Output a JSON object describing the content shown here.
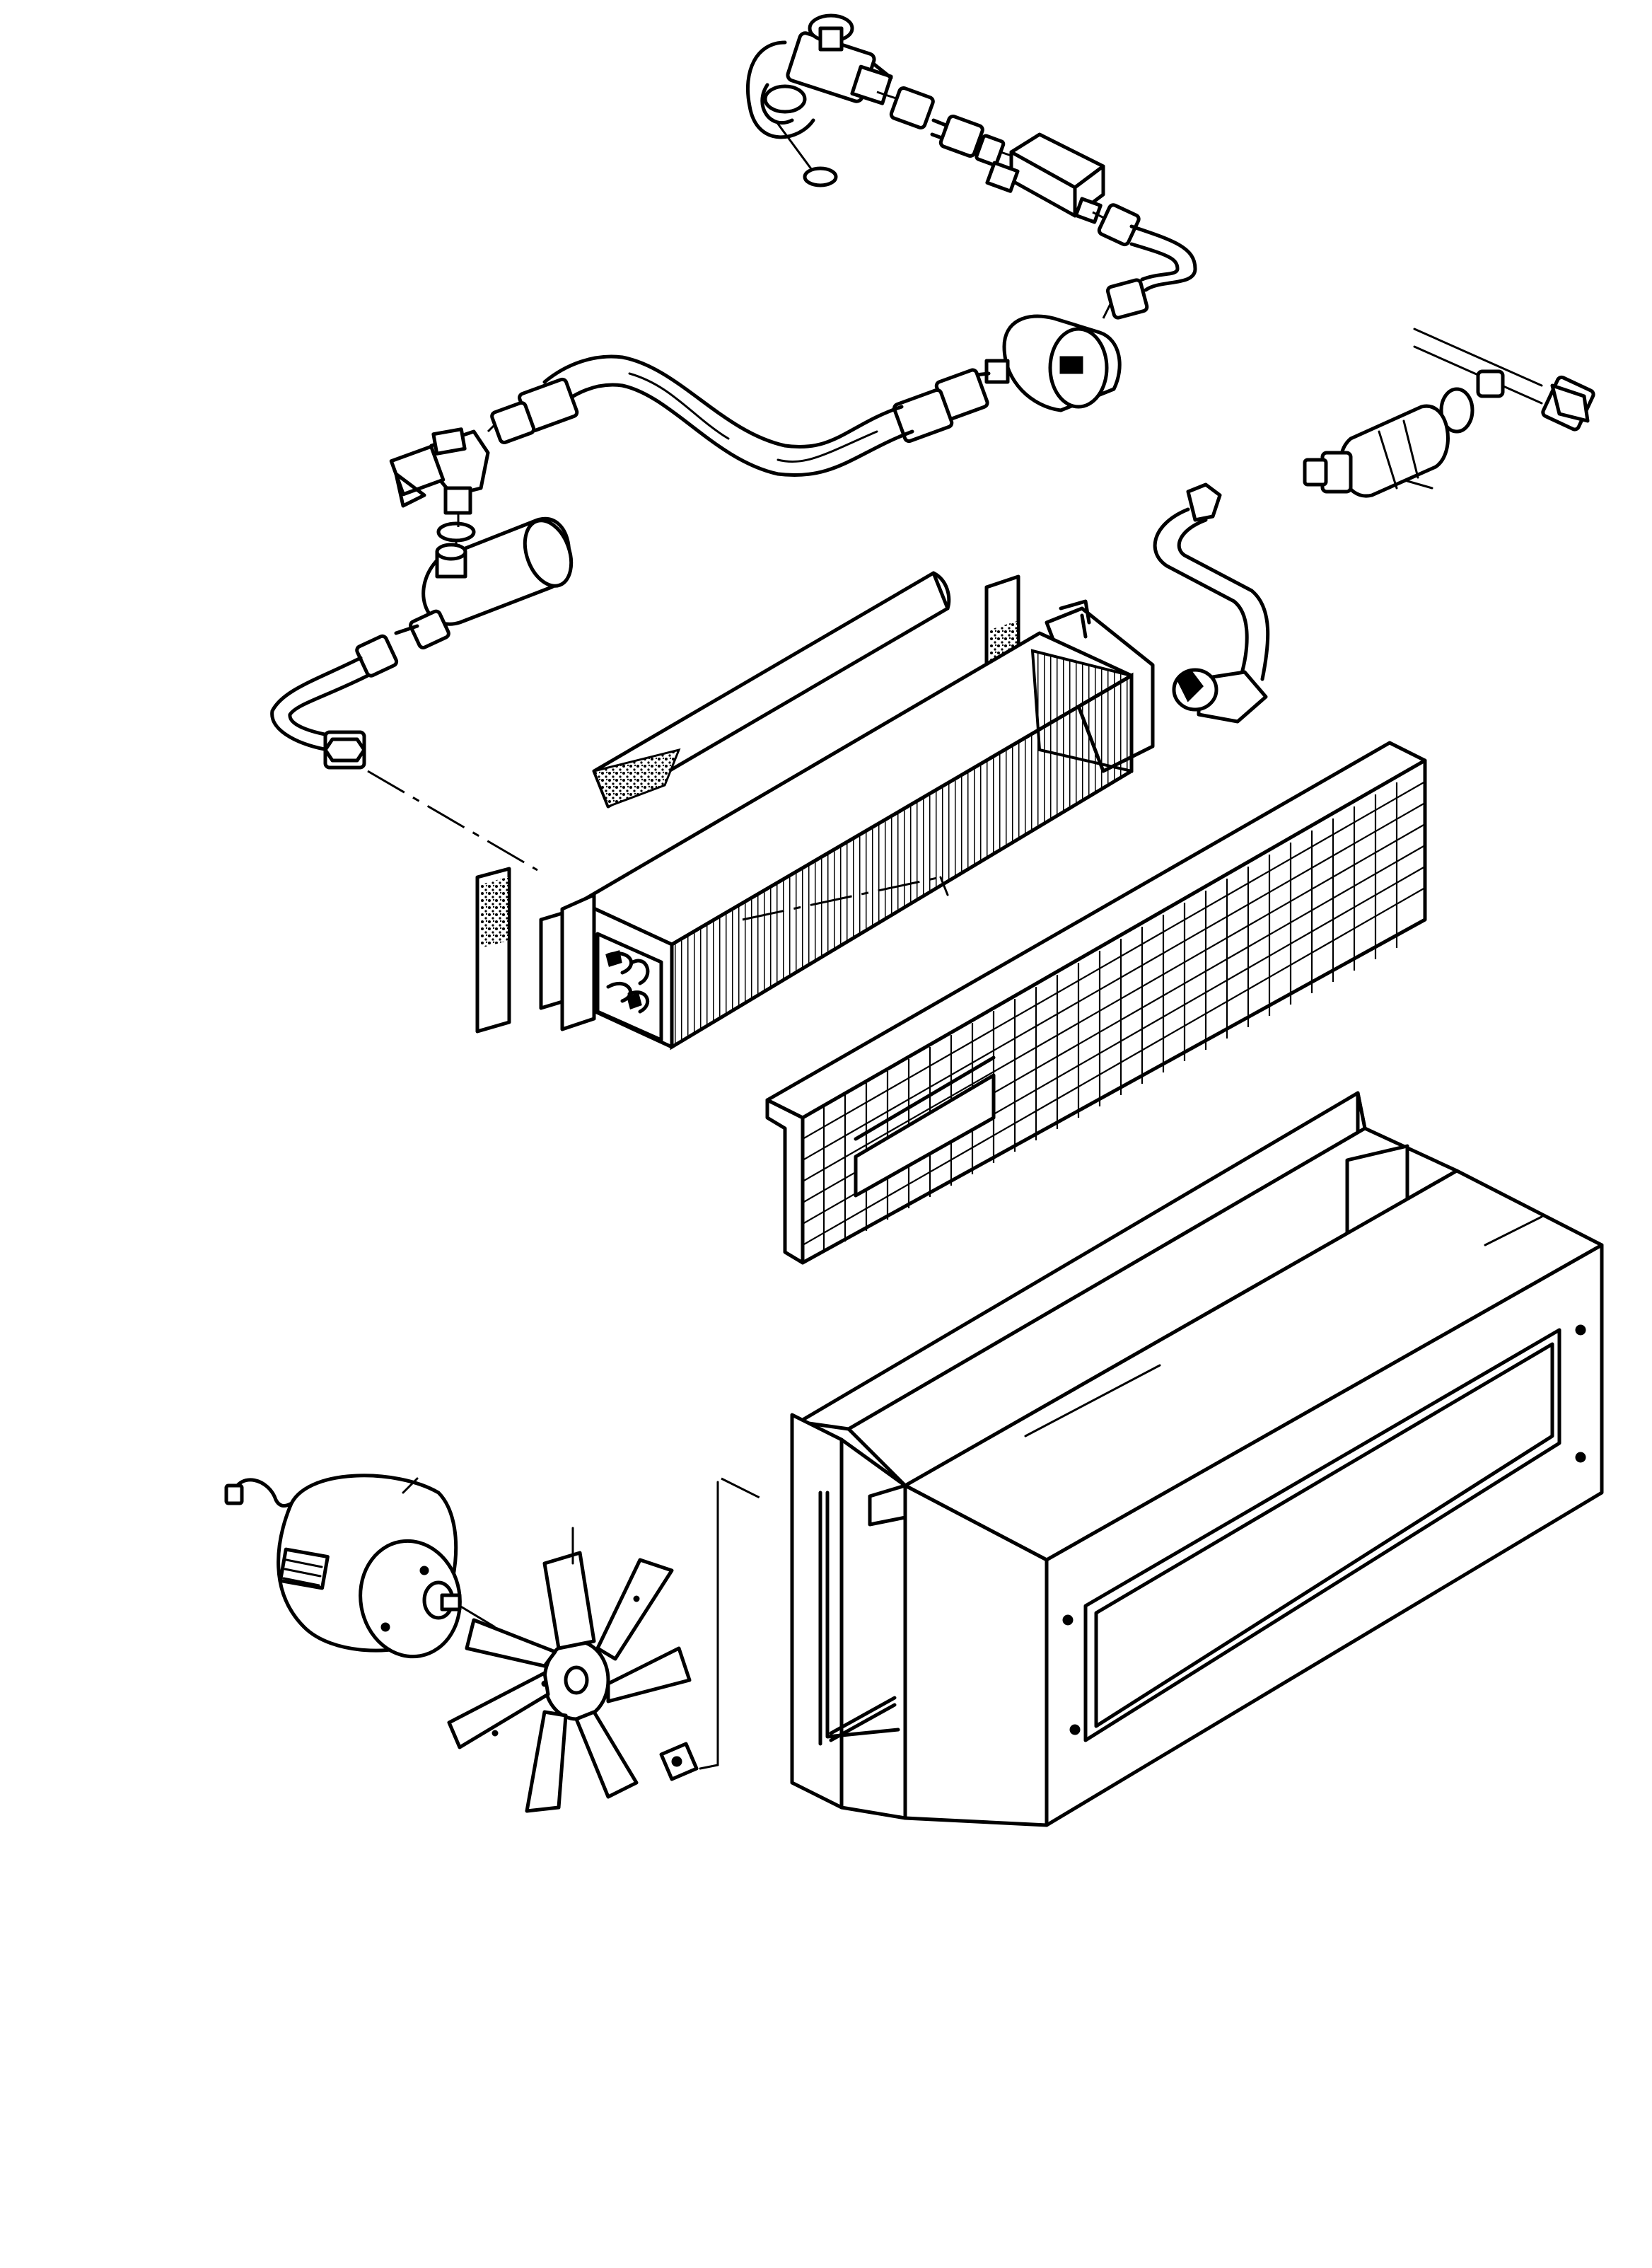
{
  "diagram": {
    "components": [
      {
        "id": "expansion-valve",
        "icon": "expansion-valve-icon"
      },
      {
        "id": "valve-fitting-nut",
        "icon": "fitting-nut-icon"
      },
      {
        "id": "inline-valve-block",
        "icon": "valve-block-icon"
      },
      {
        "id": "upper-tube-elbow",
        "icon": "tube-icon"
      },
      {
        "id": "sight-glass-drier",
        "icon": "filter-drier-icon"
      },
      {
        "id": "flexible-hose",
        "icon": "hose-icon"
      },
      {
        "id": "service-tee",
        "icon": "tee-fitting-icon"
      },
      {
        "id": "o-ring",
        "icon": "o-ring-icon"
      },
      {
        "id": "receiver-drier",
        "icon": "receiver-drier-icon"
      },
      {
        "id": "lower-left-tube",
        "icon": "tube-icon"
      },
      {
        "id": "pressure-switch",
        "icon": "pressure-switch-icon"
      },
      {
        "id": "pressure-switch-line",
        "icon": "tube-icon"
      },
      {
        "id": "suction-tube",
        "icon": "tube-icon"
      },
      {
        "id": "insulation-strip",
        "icon": "insulation-icon"
      },
      {
        "id": "evaporator-coil",
        "icon": "evaporator-coil-icon"
      },
      {
        "id": "end-seal-left",
        "icon": "seal-icon"
      },
      {
        "id": "end-seal-right",
        "icon": "seal-icon"
      },
      {
        "id": "grille-panel",
        "icon": "grille-icon"
      },
      {
        "id": "housing",
        "icon": "housing-icon"
      },
      {
        "id": "blower-motor",
        "icon": "motor-icon"
      },
      {
        "id": "fan-blade",
        "icon": "fan-icon"
      },
      {
        "id": "fan-bracket",
        "icon": "bracket-icon"
      }
    ]
  }
}
